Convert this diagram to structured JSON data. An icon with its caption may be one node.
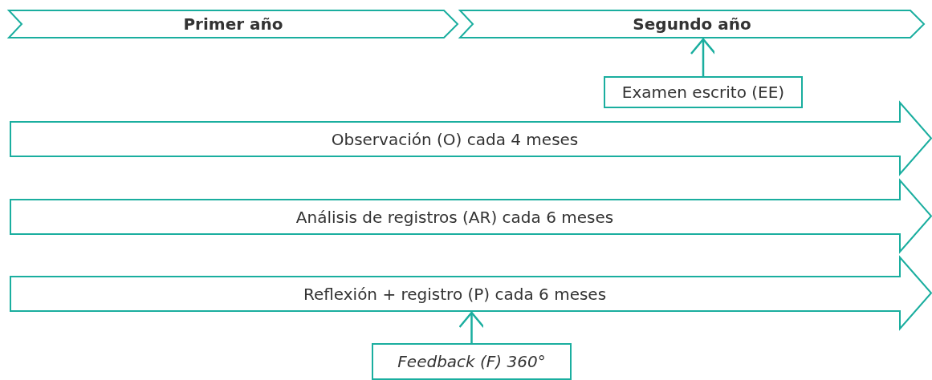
{
  "diagram": {
    "nodes": [
      {
        "text": [
          "Primer año"
        ]
      },
      {
        "text": [
          "Segundo año"
        ]
      },
      {
        "text": [
          "Examen escrito (EE)"
        ]
      },
      {
        "text": [
          "Observación (O) cada 4 meses"
        ]
      },
      {
        "text": [
          "Análisis de registros (AR) cada 6 meses"
        ]
      },
      {
        "text": [
          "Reflexión + registro (P) cada 6 meses"
        ]
      },
      {
        "text": [
          "Feedback (F) 360°"
        ]
      }
    ],
    "edges": [
      {
        "from": 2,
        "to": 1,
        "arrow": "to"
      },
      {
        "from": 6,
        "to": 5,
        "arrow": "to"
      }
    ]
  }
}
